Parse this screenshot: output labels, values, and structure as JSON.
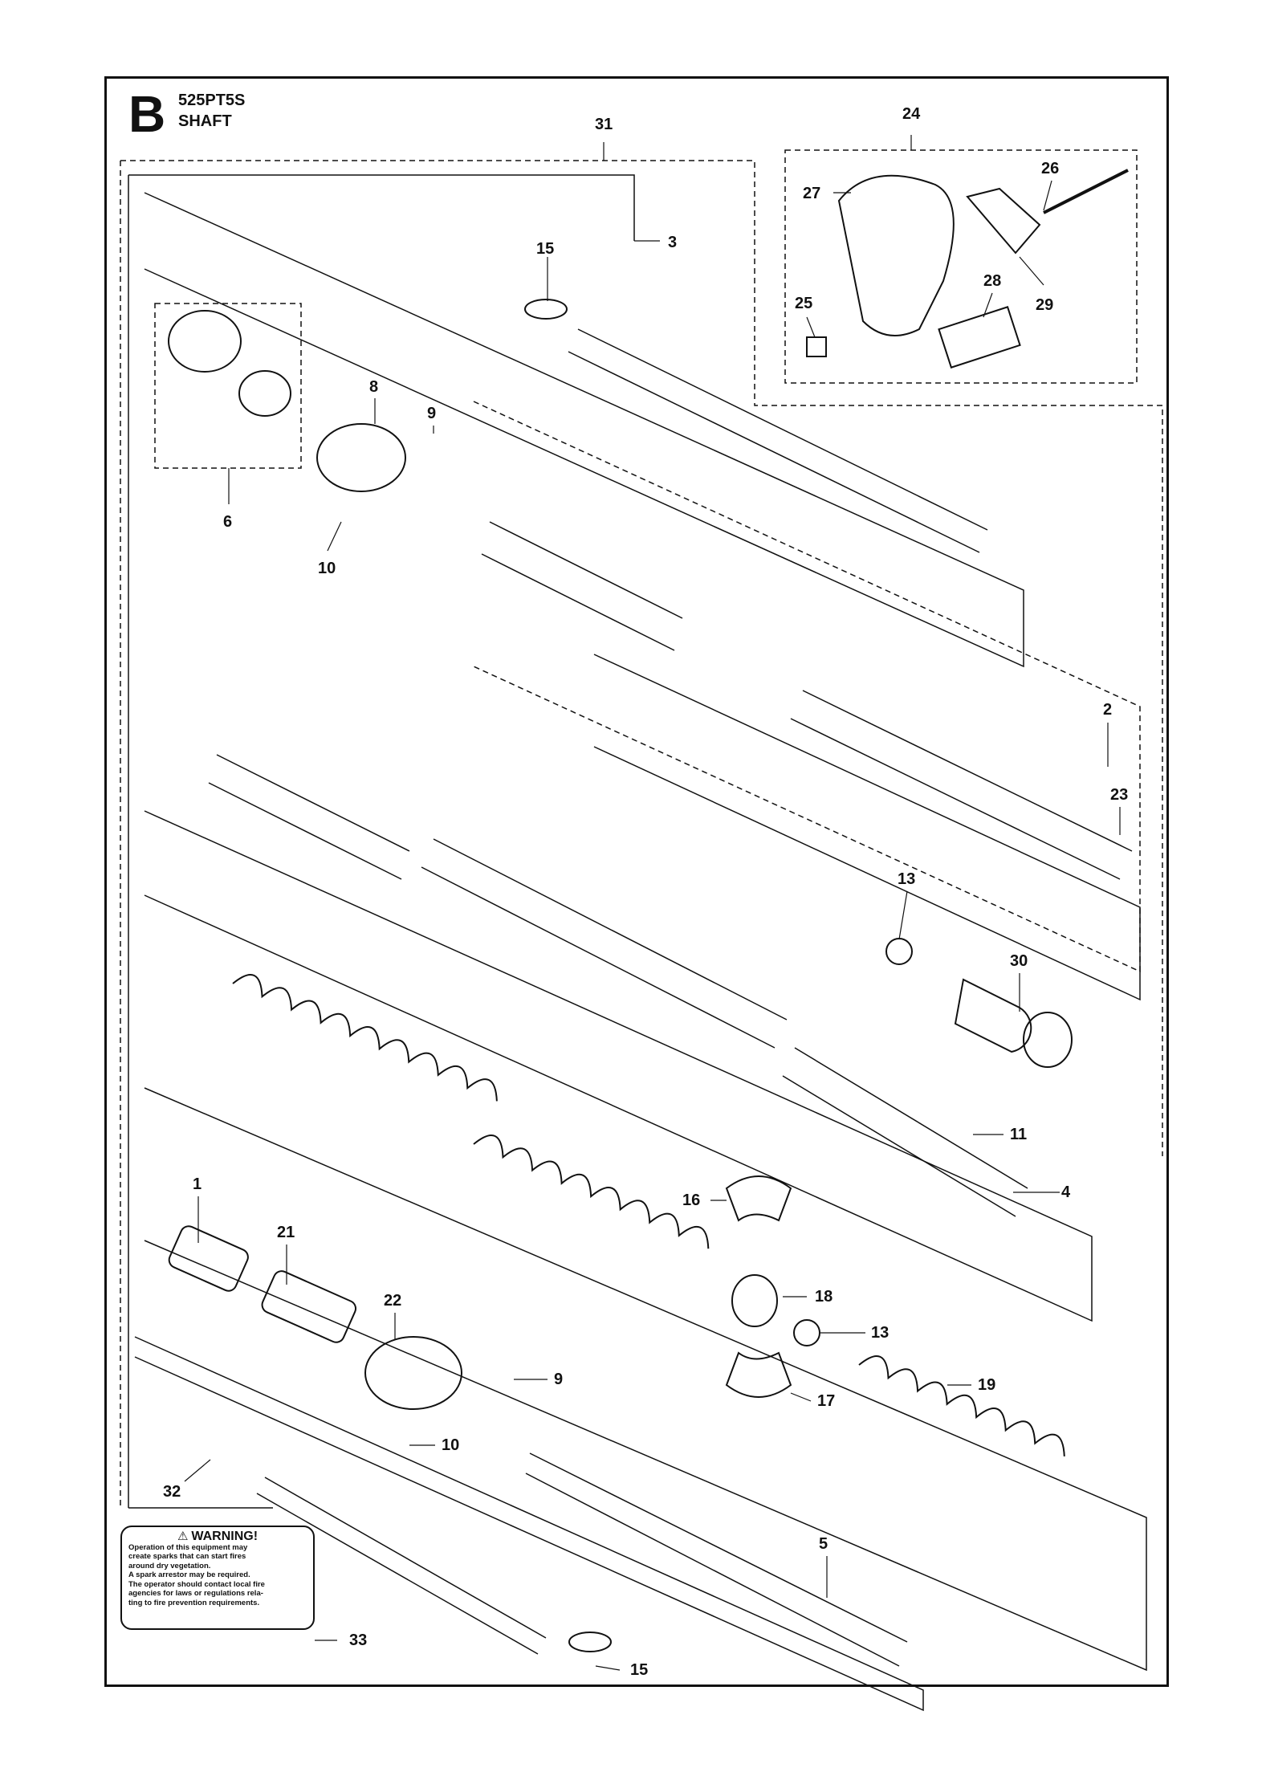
{
  "header": {
    "section_letter": "B",
    "model": "525PT5S",
    "title": "SHAFT"
  },
  "callouts": {
    "c31": "31",
    "c24": "24",
    "c26": "26",
    "c27": "27",
    "c3": "3",
    "c15a": "15",
    "c28": "28",
    "c25": "25",
    "c29": "29",
    "c8": "8",
    "c9a": "9",
    "c6": "6",
    "c10a": "10",
    "c2": "2",
    "c23": "23",
    "c13a": "13",
    "c30": "30",
    "c11": "11",
    "c4": "4",
    "c1": "1",
    "c16": "16",
    "c21": "21",
    "c18": "18",
    "c22": "22",
    "c13b": "13",
    "c9b": "9",
    "c19": "19",
    "c17": "17",
    "c10b": "10",
    "c32": "32",
    "c5": "5",
    "c33": "33",
    "c15b": "15"
  },
  "warning": {
    "heading": "WARNING!",
    "icon": "warning-triangle-icon",
    "lines": [
      "Operation of this equipment may",
      "create sparks that can start fires",
      "around dry vegetation.",
      "A spark arrestor may be required.",
      "The operator should contact local fire",
      "agencies for laws or regulations rela-",
      "ting to fire prevention requirements."
    ]
  }
}
